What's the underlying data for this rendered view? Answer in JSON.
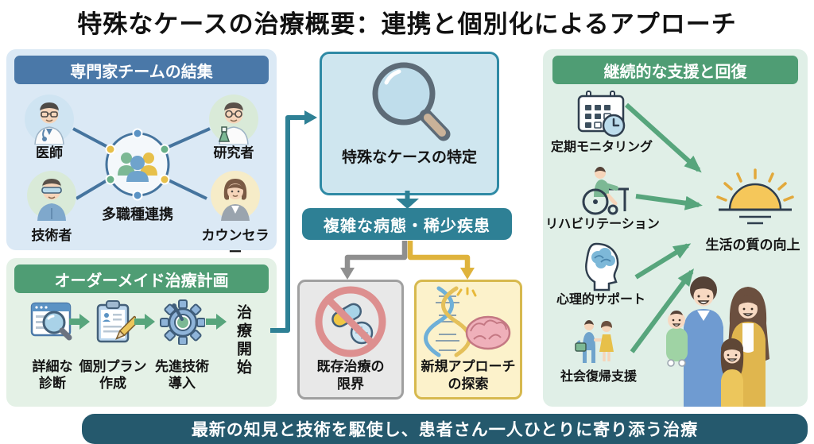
{
  "title": "特殊なケースの治療概要：連携と個別化によるアプローチ",
  "team": {
    "header": "専門家チームの結集",
    "members": {
      "doctor": "医師",
      "researcher": "研究者",
      "engineer": "技術者",
      "counselor": "カウンセラー"
    },
    "hub": "多職種連携"
  },
  "plan": {
    "header": "オーダーメイド治療計画",
    "steps": [
      {
        "line1": "詳細な",
        "line2": "診断"
      },
      {
        "line1": "個別プラン",
        "line2": "作成"
      },
      {
        "line1": "先進技術",
        "line2": "導入"
      }
    ],
    "start": "治療開始"
  },
  "center": {
    "identify": "特殊なケースの特定",
    "condition": "複雑な病態・稀少疾患",
    "limitation": {
      "line1": "既存治療の",
      "line2": "限界"
    },
    "exploration": {
      "line1": "新規アプローチ",
      "line2": "の探索"
    }
  },
  "support": {
    "header": "継続的な支援と回復",
    "items": {
      "monitoring": "定期モニタリング",
      "rehab": "リハビリテーション",
      "psych": "心理的サポート",
      "social": "社会復帰支援"
    },
    "goal": "生活の質の向上"
  },
  "footer": "最新の知見と技術を駆使し、患者さん一人ひとりに寄り添う治療",
  "colors": {
    "blue_header": "#4a78a8",
    "green_header": "#4f9d74",
    "teal": "#2e8095",
    "footer_bg": "#25596d",
    "gray_arrow": "#8f8f8f",
    "yellow_arrow": "#dfb33c",
    "green_arrow": "#57a57c"
  }
}
